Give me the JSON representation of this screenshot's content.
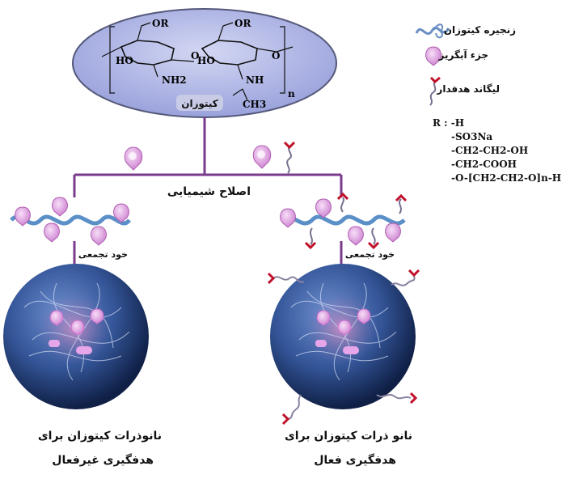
{
  "molecule": {
    "label": "کیتوزان",
    "groups": {
      "or": "OR",
      "ho": "HO",
      "o": "O",
      "nh2": "NH2",
      "nh": "NH",
      "ch3": "CH3",
      "n": "n"
    }
  },
  "legend": {
    "chain": "زنجیره کیتوزان",
    "hydrophobic": "جزء آبگریز",
    "ligand": "لیگاند هدفدار"
  },
  "r_groups": {
    "header": "R : -H",
    "items": [
      "-SO3Na",
      "-CH2-CH2-OH",
      "-CH2-COOH",
      "-O-[CH2-CH2-O]n-H"
    ]
  },
  "modification_label": "اصلاح شیمیایی",
  "self_assembly_left": "خود تجمعی",
  "self_assembly_right": "خود تجمعی",
  "caption_left": {
    "line1": "نانوذرات  کیتوزان برای",
    "line2": "هدفگیری غیرفعال"
  },
  "caption_right": {
    "line1": "نانو ذرات کیتوزان  برای",
    "line2": "هدفگیری فعال"
  },
  "colors": {
    "ellipse_fill": "#b7bde8",
    "ellipse_edge": "#55597a",
    "connector": "#7a3b8c",
    "chain": "#5b8fc7",
    "bead": "#e4a5e6",
    "ligand": "#c0102a",
    "sphere": "#2c4f8d"
  }
}
